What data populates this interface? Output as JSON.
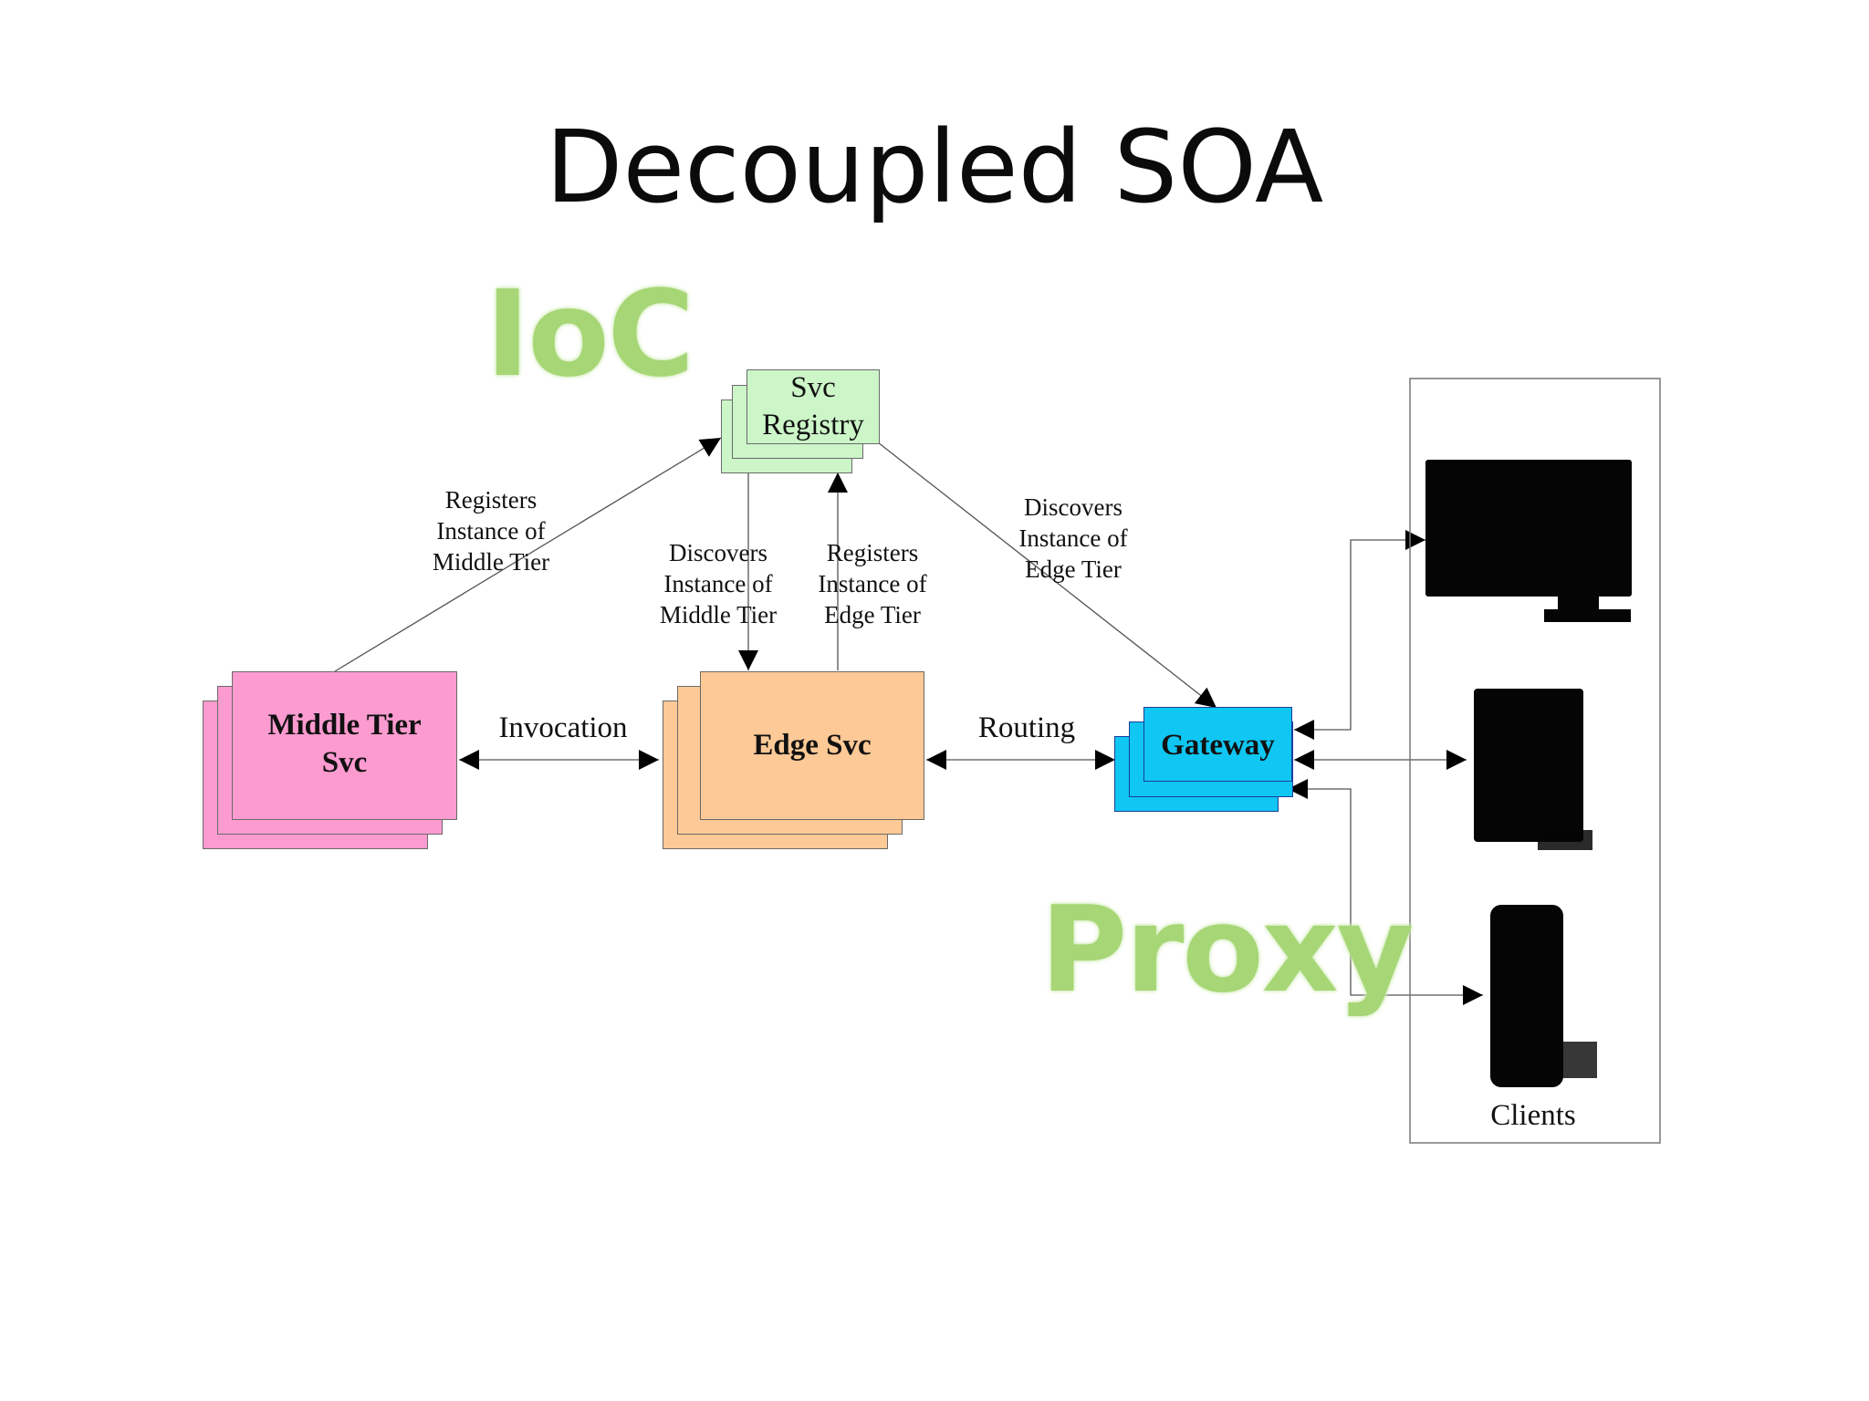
{
  "title": "Decoupled SOA",
  "watermarks": {
    "ioc": "IoC",
    "proxy": "Proxy"
  },
  "nodes": {
    "registry": {
      "line1": "Svc",
      "line2": "Registry",
      "color": "#ccf5c8"
    },
    "middle_tier": {
      "line1": "Middle Tier",
      "line2": "Svc",
      "color": "#fc9bd0"
    },
    "edge": {
      "label": "Edge Svc",
      "color": "#fdc996"
    },
    "gateway": {
      "label": "Gateway",
      "color": "#10c6f2"
    }
  },
  "edge_labels": {
    "registers_middle": [
      "Registers",
      "Instance of",
      "Middle Tier"
    ],
    "discovers_middle": [
      "Discovers",
      "Instance of",
      "Middle Tier"
    ],
    "registers_edge": [
      "Registers",
      "Instance of",
      "Edge Tier"
    ],
    "discovers_edge": [
      "Discovers",
      "Instance of",
      "Edge Tier"
    ],
    "invocation": "Invocation",
    "routing": "Routing"
  },
  "clients": {
    "label": "Clients",
    "devices": [
      "monitor-icon",
      "tablet-icon",
      "phone-icon"
    ]
  }
}
